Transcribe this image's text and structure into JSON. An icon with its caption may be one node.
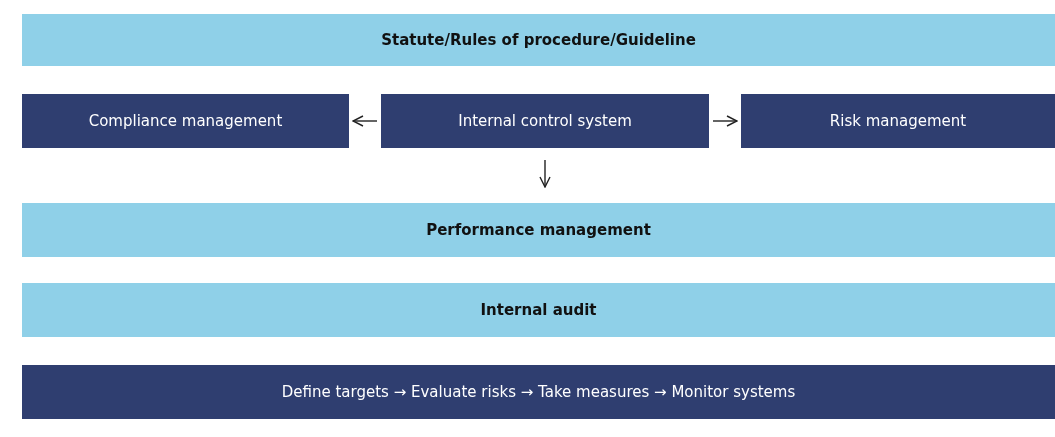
{
  "diagram": {
    "nodes": [
      {
        "text": [
          "Statute/Rules of procedure/Guideline"
        ]
      },
      {
        "text": [
          "Compliance management"
        ]
      },
      {
        "text": [
          "Internal control system"
        ]
      },
      {
        "text": [
          "Risk management"
        ]
      },
      {
        "text": [
          "Performance management"
        ]
      },
      {
        "text": [
          "Internal audit"
        ]
      },
      {
        "text": [
          "Define targets → Evaluate risks → Take measures → Monitor systems"
        ]
      }
    ],
    "edges": [
      {
        "from": 2,
        "to": 1,
        "arrow": "to"
      },
      {
        "from": 2,
        "to": 3,
        "arrow": "to"
      },
      {
        "from": 2,
        "to": 4,
        "arrow": "to"
      }
    ]
  }
}
